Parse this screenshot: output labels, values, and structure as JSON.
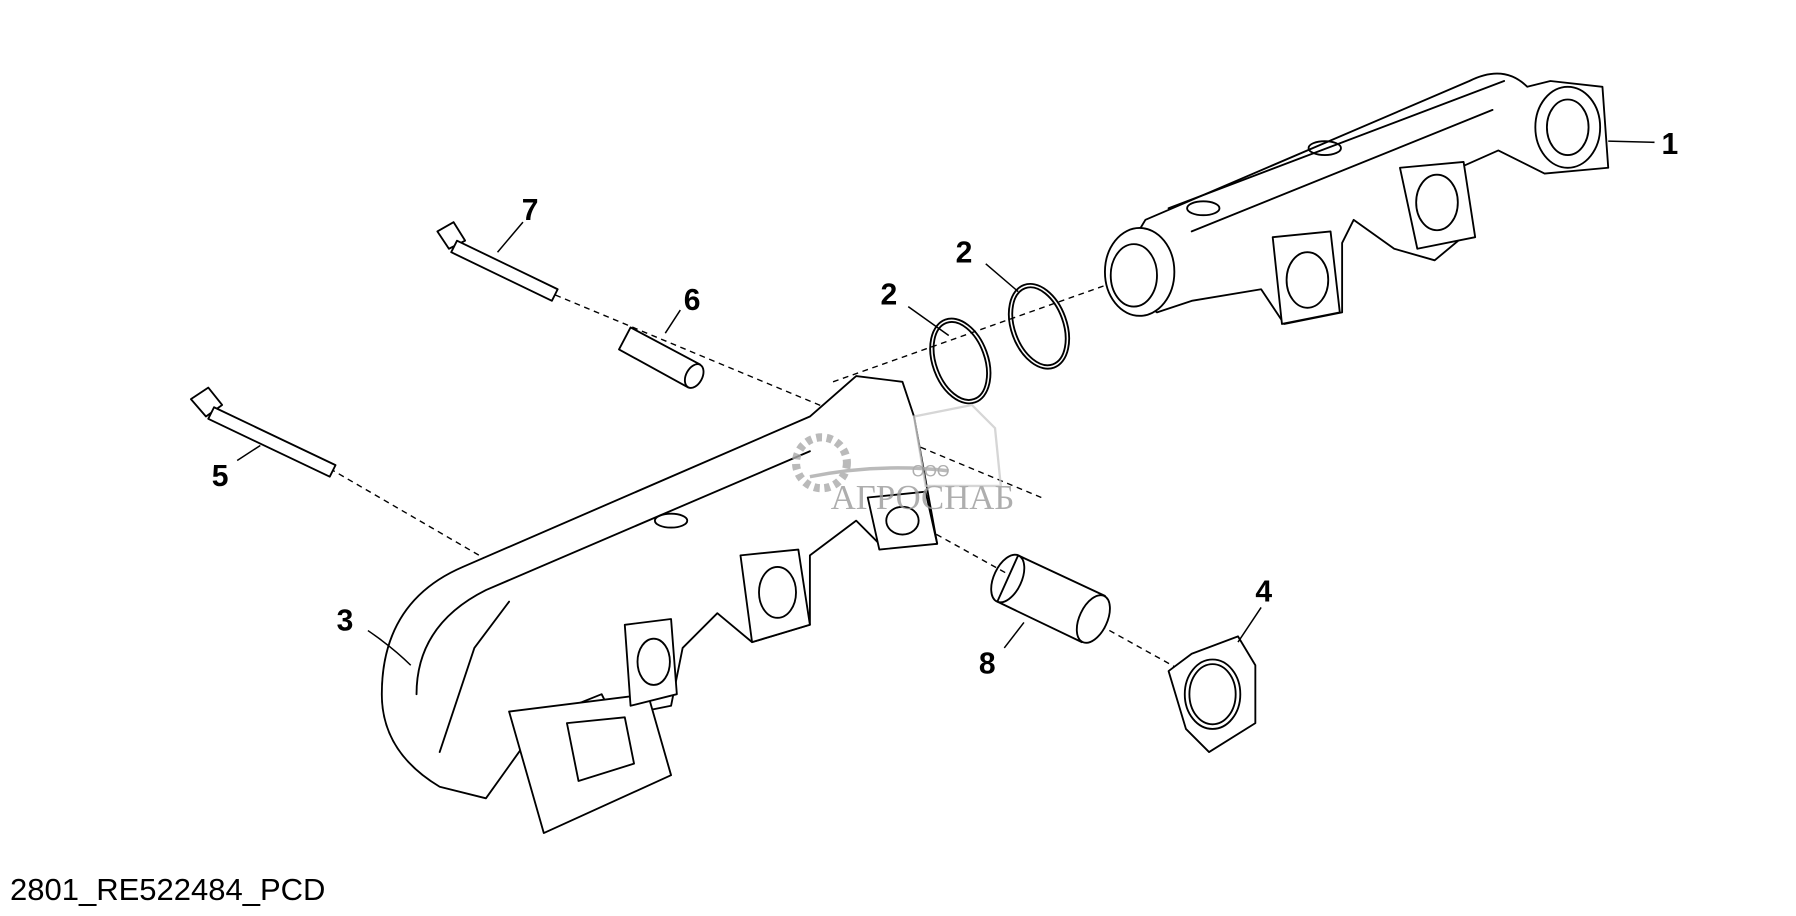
{
  "diagram": {
    "caption": "2801_RE522484_PCD",
    "callouts": [
      "1",
      "2",
      "2",
      "3",
      "4",
      "5",
      "6",
      "7",
      "8"
    ],
    "watermark": {
      "prefix": "ООО",
      "name": "АГРОСНАБ"
    },
    "parts": [
      "exhaust-manifold-front",
      "seal-ring",
      "seal-ring",
      "exhaust-manifold-rear",
      "gasket",
      "cap-screw-long",
      "spacer",
      "cap-screw",
      "sleeve"
    ]
  }
}
